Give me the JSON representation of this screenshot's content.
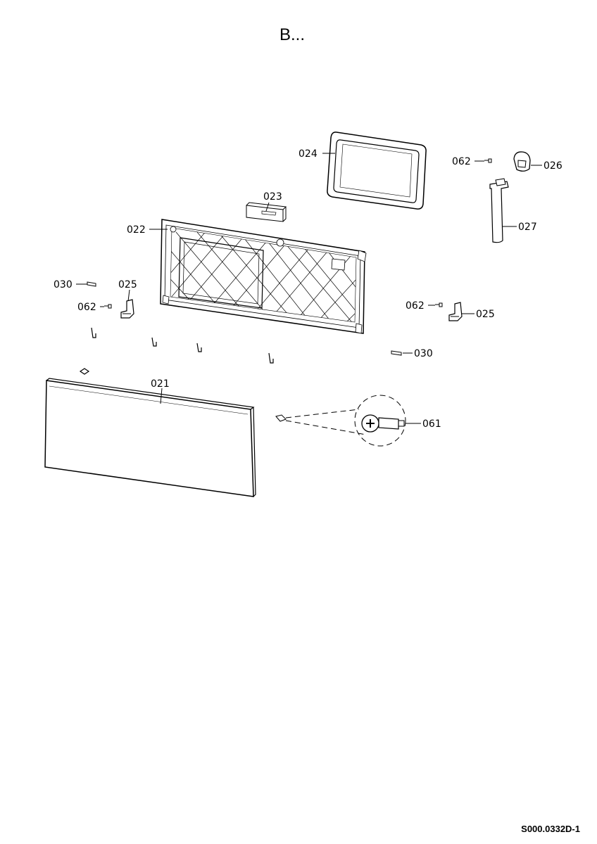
{
  "page": {
    "title": "B...",
    "drawing_code": "S000.0332D-1"
  },
  "parts": {
    "p021": "021",
    "p022": "022",
    "p023": "023",
    "p024": "024",
    "p025_left": "025",
    "p025_right": "025",
    "p026": "026",
    "p027": "027",
    "p030_left": "030",
    "p030_right": "030",
    "p061": "061",
    "p062_top": "062",
    "p062_left": "062",
    "p062_right": "062"
  }
}
